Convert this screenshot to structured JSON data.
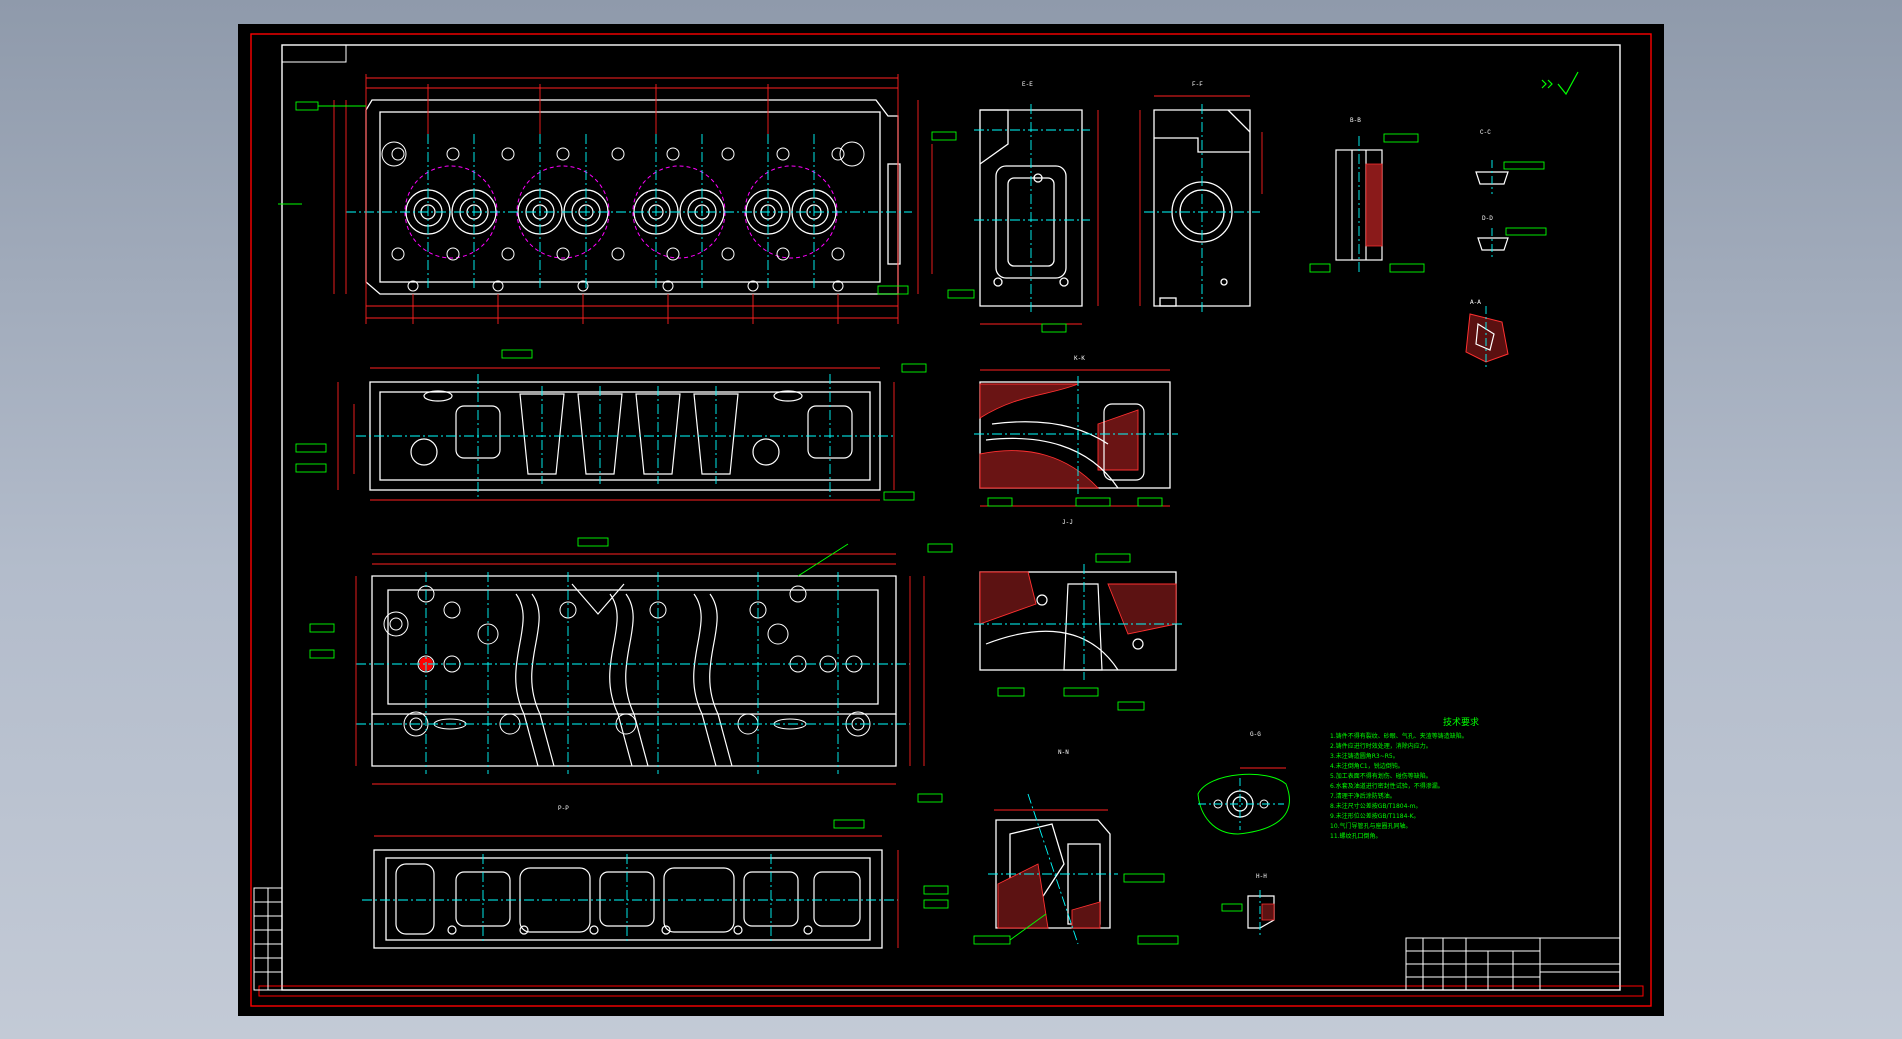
{
  "colors": {
    "background_outer": "#a6b0c0",
    "canvas": "#000000",
    "frame": "#ff0000",
    "border": "#ffffff",
    "geometry": "#ffffff",
    "center_line": "#00ffff",
    "dimension": "#ff3030",
    "annotation": "#00ff00",
    "hidden_line": "#ff00ff"
  },
  "section_labels": {
    "a": "A-A",
    "b": "B-B",
    "c": "C-C",
    "d": "D-D",
    "e": "E-E",
    "f": "F-F",
    "g": "G-G",
    "h": "H-H",
    "k": "K-K",
    "n": "N-N",
    "j": "J-J",
    "p": "P-P"
  },
  "tech": {
    "title": "技术要求",
    "lines": [
      "1.铸件不得有裂纹、砂眼、气孔、夹渣等铸造缺陷。",
      "2.铸件应进行时效处理，消除内应力。",
      "3.未注铸造圆角R3~R5。",
      "4.未注倒角C1，锐边倒钝。",
      "5.加工表面不得有划伤、碰伤等缺陷。",
      "6.水套及油道进行密封性试验，不得渗漏。",
      "7.清理干净后涂防锈油。",
      "8.未注尺寸公差按GB/T1804-m。",
      "9.未注形位公差按GB/T1184-K。",
      "10.气门导管孔与座圈孔同轴。",
      "11.螺纹孔口倒角。"
    ]
  }
}
